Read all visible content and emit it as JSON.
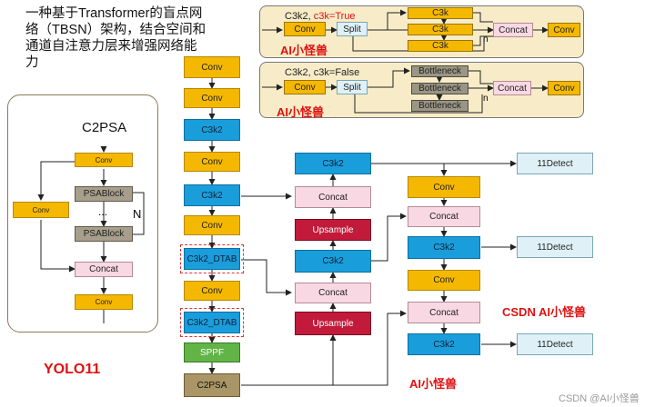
{
  "description_text": "一种基于Transformer的盲点网络（TBSN）架构，结合空间和通道自注意力层来增强网络能力",
  "description_lines": [
    "一种基于Transformer的盲点网",
    "络（TBSN）架构，结合空间和",
    "通道自注意力层来增强网络能",
    "力"
  ],
  "left_module": {
    "title": "C2PSA",
    "conv_top": "Conv",
    "psablock_1": "PSABlock",
    "dots": "...",
    "n_label": "N",
    "psablock_2": "PSABlock",
    "conv_side": "Conv",
    "concat": "Concat",
    "conv_bottom": "Conv"
  },
  "yolo_label": "YOLO11",
  "backbone": {
    "conv1": "Conv",
    "conv2": "Conv",
    "c3k2_1": "C3k2",
    "conv3": "Conv",
    "c3k2_2": "C3k2",
    "conv4": "Conv",
    "dtab_1": "C3k2_DTAB",
    "conv5": "Conv",
    "dtab_2": "C3k2_DTAB",
    "sppf": "SPPF",
    "c2psa": "C2PSA"
  },
  "neck_mid": {
    "c3k2_top": "C3k2",
    "concat_1": "Concat",
    "upsample_1": "Upsample",
    "c3k2_mid": "C3k2",
    "concat_2": "Concat",
    "upsample_2": "Upsample"
  },
  "neck_right": {
    "conv_1": "Conv",
    "concat_1": "Concat",
    "c3k2_1": "C3k2",
    "conv_2": "Conv",
    "concat_2": "Concat",
    "c3k2_2": "C3k2"
  },
  "detects": [
    "11Detect",
    "11Detect",
    "11Detect"
  ],
  "panel_top": {
    "title_prefix": "C3k2, ",
    "title_red": "c3k=True",
    "conv_in": "Conv",
    "split": "Split",
    "c3k_1": "C3k",
    "c3k_2": "C3k",
    "c3k_3": "C3k",
    "n_label": "n",
    "concat": "Concat",
    "conv_out": "Conv",
    "watermark": "AI小怪兽"
  },
  "panel_bottom": {
    "title": "C3k2, c3k=False",
    "conv_in": "Conv",
    "split": "Split",
    "bott_1": "Bottleneck",
    "bott_2": "Bottleneck",
    "bott_3": "Bottleneck",
    "n_label": "n",
    "concat": "Concat",
    "conv_out": "Conv",
    "watermark": "AI小怪兽"
  },
  "watermarks": {
    "csdn_red": "CSDN AI小怪兽",
    "bottom_red": "AI小怪兽",
    "corner": "CSDN @AI小怪兽"
  }
}
